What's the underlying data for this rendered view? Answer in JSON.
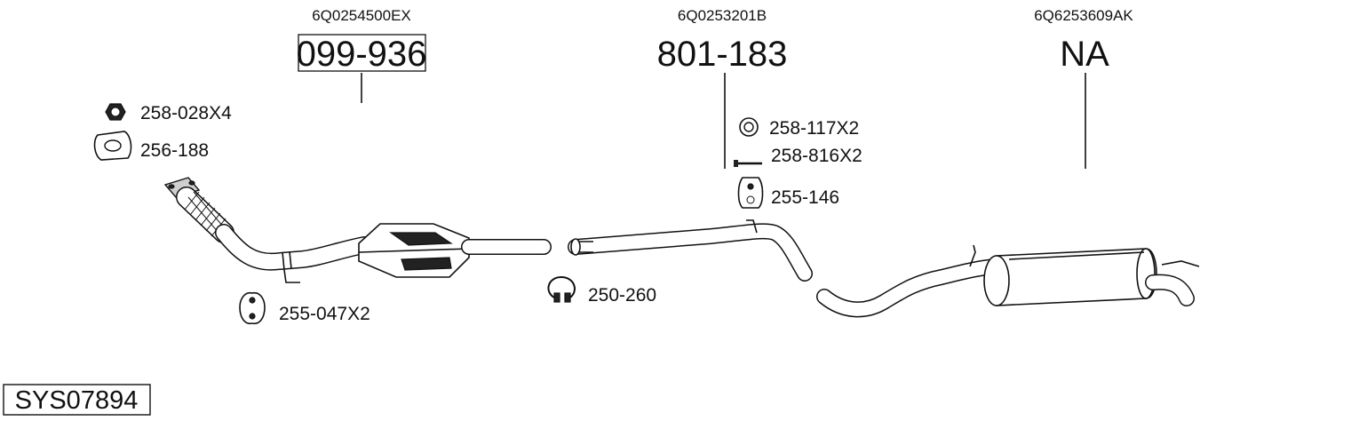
{
  "diagram": {
    "system_id": "SYS07894",
    "parts": [
      {
        "oem": "6Q0254500EX",
        "number": "099-936"
      },
      {
        "oem": "6Q0253201B",
        "number": "801-183"
      },
      {
        "oem": "6Q6253609AK",
        "number": "NA"
      }
    ],
    "accessories": [
      {
        "code": "258-028X4",
        "icon": "hex-nut-icon"
      },
      {
        "code": "256-188",
        "icon": "flange-gasket-icon"
      },
      {
        "code": "255-047X2",
        "icon": "rubber-hanger-icon"
      },
      {
        "code": "258-117X2",
        "icon": "washer-ring-icon"
      },
      {
        "code": "258-816X2",
        "icon": "bolt-icon"
      },
      {
        "code": "255-146",
        "icon": "rubber-mount-icon"
      },
      {
        "code": "250-260",
        "icon": "pipe-clamp-icon"
      }
    ]
  }
}
